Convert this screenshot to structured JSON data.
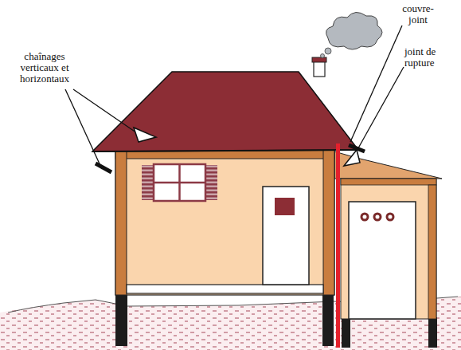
{
  "diagram": {
    "labels": [
      "chaînages verticaux et horizontaux",
      "couvre-joint",
      "joint de rupture"
    ]
  }
}
